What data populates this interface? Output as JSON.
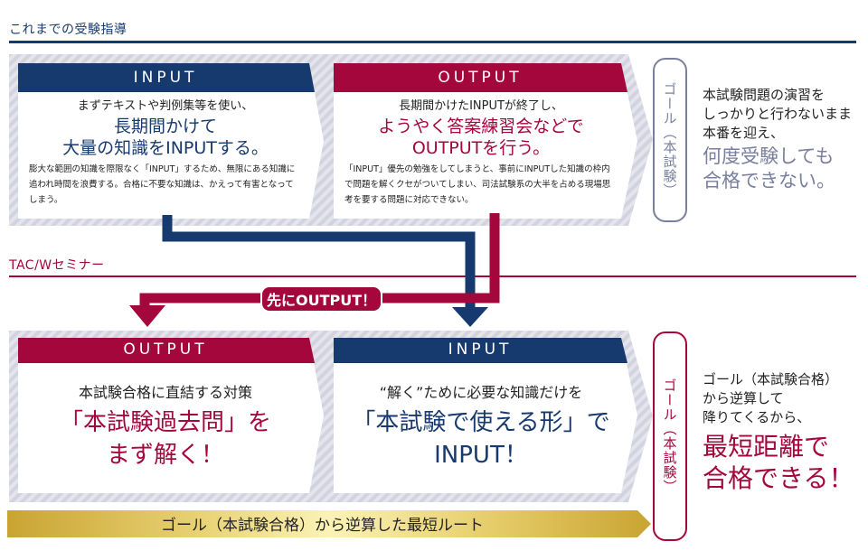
{
  "colors": {
    "navy": "#173a6e",
    "crimson": "#a4073b",
    "goal_gray": "#7a7f9e",
    "gold": "#d6b546"
  },
  "top_section": {
    "title": "これまでの受験指導",
    "card1": {
      "header": "INPUT",
      "lead": "まずテキストや判例集等を使い、",
      "highlight_line1": "長期間かけて",
      "highlight_line2": "大量の知識をINPUTする。",
      "note": "膨大な範囲の知識を際限なく「INPUT」するため、無限にある知識に追われ時間を浪費する。合格に不要な知識は、かえって有害となってしまう。"
    },
    "card2": {
      "header": "OUTPUT",
      "lead": "長期間かけたINPUTが終了し、",
      "highlight_line1": "ようやく答案練習会などで",
      "highlight_line2": "OUTPUTを行う。",
      "note": "「INPUT」優先の勉強をしてしまうと、事前にINPUTした知識の枠内で問題を解くクセがついてしまい、司法試験系の大半を占める現場思考を要する問題に対応できない。"
    },
    "goal_label": "ゴール（本試験）",
    "result": {
      "line1": "本試験問題の演習を",
      "line2": "しっかりと行わないまま",
      "line3": "本番を迎え、",
      "big1": "何度受験しても",
      "big2": "合格できない。"
    }
  },
  "flow": {
    "callout": "先にOUTPUT！"
  },
  "bottom_section": {
    "title": "TAC/Wセミナー",
    "card1": {
      "header": "OUTPUT",
      "lead": "本試験合格に直結する対策",
      "highlight_line1": "「本試験過去問」を",
      "highlight_line2": "まず解く！"
    },
    "card2": {
      "header": "INPUT",
      "lead": "“解く”ために必要な知識だけを",
      "highlight_line1": "「本試験で使える形」で",
      "highlight_line2": "INPUT！"
    },
    "goal_label": "ゴール（本試験）",
    "result": {
      "line1": "ゴール（本試験合格）",
      "line2": "から逆算して",
      "line3": "降りてくるから、",
      "big1": "最短距離で",
      "big2": "合格できる！"
    },
    "route_bar": "ゴール（本試験合格）から逆算した最短ルート"
  }
}
